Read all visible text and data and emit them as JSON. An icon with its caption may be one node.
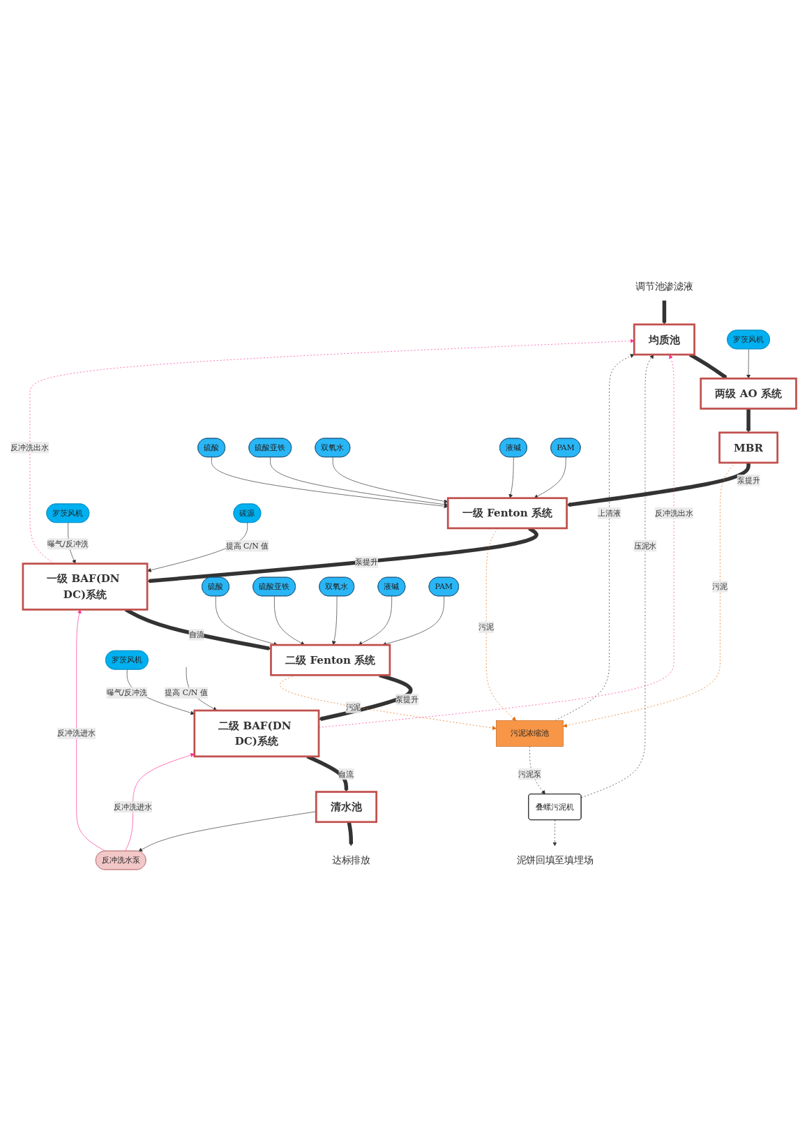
{
  "diagram": {
    "nodes": [
      {
        "text": [
          "调节池渗滤液"
        ]
      },
      {
        "text": [
          "均质池"
        ]
      },
      {
        "text": [
          "两级 AO 系统"
        ]
      },
      {
        "text": [
          "MBR"
        ]
      },
      {
        "text": [
          "一级 Fenton 系统"
        ]
      },
      {
        "text": [
          "一级 BAF(DN DC)系统"
        ]
      },
      {
        "text": [
          "二级 Fenton 系统"
        ]
      },
      {
        "text": [
          "二级 BAF(DN DC)系统"
        ]
      },
      {
        "text": [
          "清水池"
        ]
      },
      {
        "text": [
          "达标排放"
        ]
      },
      {
        "text": [
          "罗茨风机"
        ]
      },
      {
        "text": [
          "硫酸"
        ]
      },
      {
        "text": [
          "硫酸亚铁"
        ]
      },
      {
        "text": [
          "双氧水"
        ]
      },
      {
        "text": [
          "液碱"
        ]
      },
      {
        "text": [
          "PAM"
        ]
      },
      {
        "text": [
          "罗茨风机"
        ]
      },
      {
        "text": [
          "碳源"
        ]
      },
      {
        "text": [
          "硫酸"
        ]
      },
      {
        "text": [
          "硫酸亚铁"
        ]
      },
      {
        "text": [
          "双氧水"
        ]
      },
      {
        "text": [
          "液碱"
        ]
      },
      {
        "text": [
          "PAM"
        ]
      },
      {
        "text": [
          "罗茨风机"
        ]
      },
      {
        "text": [
          "反冲洗水泵"
        ]
      },
      {
        "text": [
          "污泥浓缩池"
        ]
      },
      {
        "text": [
          "叠螺污泥机"
        ]
      },
      {
        "text": [
          "泥饼回填至填埋场"
        ]
      }
    ],
    "edges": [
      {
        "from": 0,
        "to": 1,
        "arrow": "to",
        "style": "thick"
      },
      {
        "from": 1,
        "to": 2,
        "arrow": "to",
        "style": "thick"
      },
      {
        "from": 2,
        "to": 3,
        "arrow": "to",
        "style": "thick"
      },
      {
        "from": 3,
        "to": 4,
        "arrow": "to",
        "style": "thick",
        "label": "泵提升"
      },
      {
        "from": 4,
        "to": 5,
        "arrow": "to",
        "style": "thick",
        "label": "泵提升"
      },
      {
        "from": 5,
        "to": 6,
        "arrow": "to",
        "style": "thick",
        "label": "自流"
      },
      {
        "from": 6,
        "to": 7,
        "arrow": "to",
        "style": "thick",
        "label": "泵提升"
      },
      {
        "from": 7,
        "to": 8,
        "arrow": "to",
        "style": "thick",
        "label": "自流"
      },
      {
        "from": 8,
        "to": 9,
        "arrow": "to",
        "style": "thick"
      },
      {
        "from": 10,
        "to": 2,
        "arrow": "to"
      },
      {
        "from": 11,
        "to": 4,
        "arrow": "to"
      },
      {
        "from": 12,
        "to": 4,
        "arrow": "to"
      },
      {
        "from": 13,
        "to": 4,
        "arrow": "to"
      },
      {
        "from": 14,
        "to": 4,
        "arrow": "to"
      },
      {
        "from": 15,
        "to": 4,
        "arrow": "to"
      },
      {
        "from": 16,
        "to": 5,
        "arrow": "to",
        "label": "曝气/反冲洗"
      },
      {
        "from": 17,
        "to": 5,
        "arrow": "to",
        "label": "提高 C/N 值"
      },
      {
        "from": 18,
        "to": 6,
        "arrow": "to"
      },
      {
        "from": 19,
        "to": 6,
        "arrow": "to"
      },
      {
        "from": 20,
        "to": 6,
        "arrow": "to"
      },
      {
        "from": 21,
        "to": 6,
        "arrow": "to"
      },
      {
        "from": 22,
        "to": 6,
        "arrow": "to"
      },
      {
        "from": 23,
        "to": 7,
        "arrow": "to",
        "label": "曝气/反冲洗"
      },
      {
        "from": null,
        "to": 7,
        "arrow": "to",
        "label": "提高 C/N 值"
      },
      {
        "from": 8,
        "to": 24,
        "arrow": "to"
      },
      {
        "from": 3,
        "to": 25,
        "arrow": "to",
        "style": "dashed",
        "color": "#e46c0a",
        "label": "污泥"
      },
      {
        "from": 4,
        "to": 25,
        "arrow": "to",
        "style": "dashed",
        "color": "#e46c0a",
        "label": "污泥"
      },
      {
        "from": 6,
        "to": 25,
        "arrow": "to",
        "style": "dashed",
        "color": "#e46c0a",
        "label": "污泥"
      },
      {
        "from": 5,
        "to": 1,
        "arrow": "to",
        "style": "dashed",
        "color": "#ff3399",
        "label": "反冲洗出水"
      },
      {
        "from": 7,
        "to": 1,
        "arrow": "to",
        "style": "dashed",
        "color": "#ff3399",
        "label": "反冲洗出水"
      },
      {
        "from": 24,
        "to": 5,
        "arrow": "to",
        "color": "#ff3399",
        "label": "反冲洗进水"
      },
      {
        "from": 24,
        "to": 7,
        "arrow": "to",
        "color": "#ff3399",
        "label": "反冲洗进水"
      },
      {
        "from": 25,
        "to": 26,
        "arrow": "to",
        "style": "dashed",
        "label": "污泥泵"
      },
      {
        "from": 26,
        "to": 27,
        "arrow": "to",
        "style": "dashed"
      },
      {
        "from": 26,
        "to": 1,
        "arrow": "to",
        "style": "dashed",
        "label": "压泥水"
      },
      {
        "from": 25,
        "to": 1,
        "arrow": "to",
        "style": "dashed",
        "label": "上清液"
      }
    ]
  }
}
